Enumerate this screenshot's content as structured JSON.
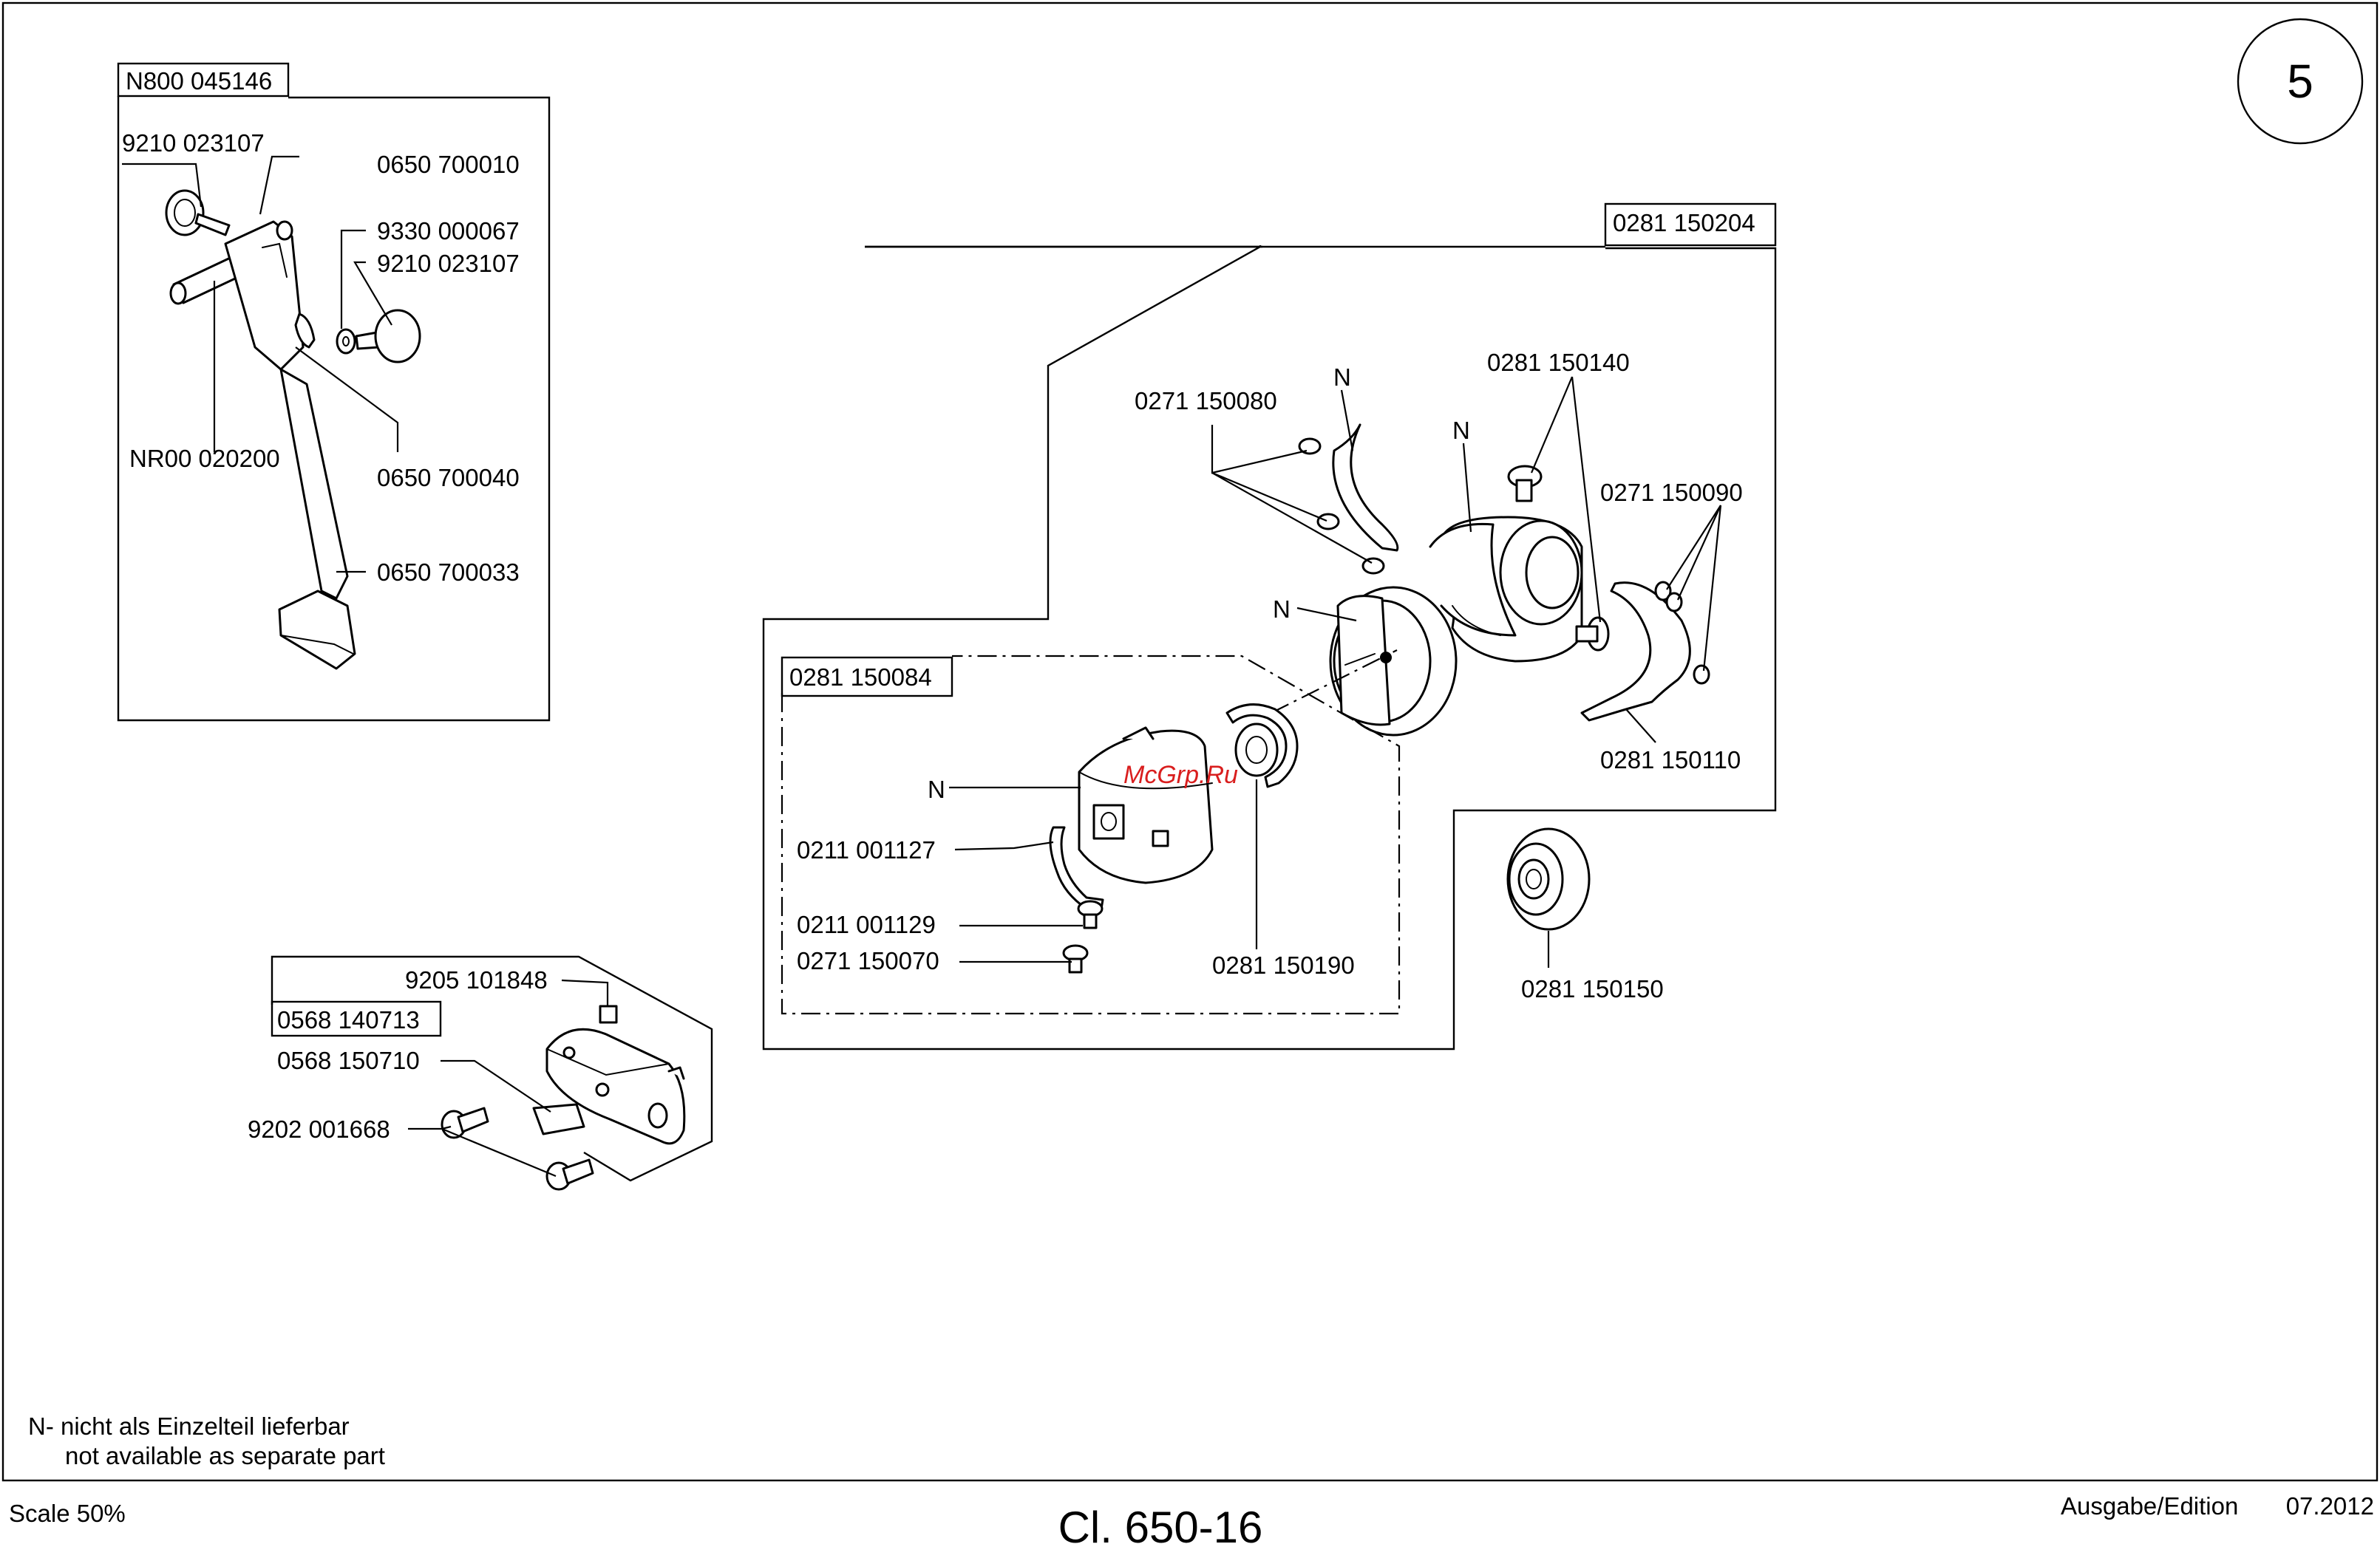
{
  "page": {
    "number": "5",
    "title": "Cl. 650-16",
    "scale": "Scale 50%",
    "edition_label": "Ausgabe/Edition",
    "edition_date": "07.2012"
  },
  "legend": {
    "line1": "N- nicht als Einzelteil lieferbar",
    "line2": "not available as separate part"
  },
  "watermark": "McGrp.Ru",
  "groups": {
    "pedal": "N800 045146",
    "hook": "0281 150204",
    "bobbin_case": "0281 150084",
    "block": "0568 140713"
  },
  "parts": {
    "p9210_023107_a": "9210 023107",
    "p0650_700010": "0650 700010",
    "p9330_000067": "9330 000067",
    "p9210_023107_b": "9210 023107",
    "pNR00_020200": "NR00 020200",
    "p0650_700040": "0650 700040",
    "p0650_700033": "0650 700033",
    "p0271_150080": "0271 150080",
    "n1": "N",
    "p0281_150140": "0281 150140",
    "n2": "N",
    "p0271_150090": "0271 150090",
    "n3": "N",
    "p0281_150110": "0281 150110",
    "n4": "N",
    "p0211_001127": "0211 001127",
    "p0211_001129": "0211 001129",
    "p0271_150070": "0271 150070",
    "p0281_150190": "0281 150190",
    "p0281_150150": "0281 150150",
    "p9205_101848": "9205 101848",
    "p0568_150710": "0568 150710",
    "p9202_001668": "9202 001668"
  }
}
